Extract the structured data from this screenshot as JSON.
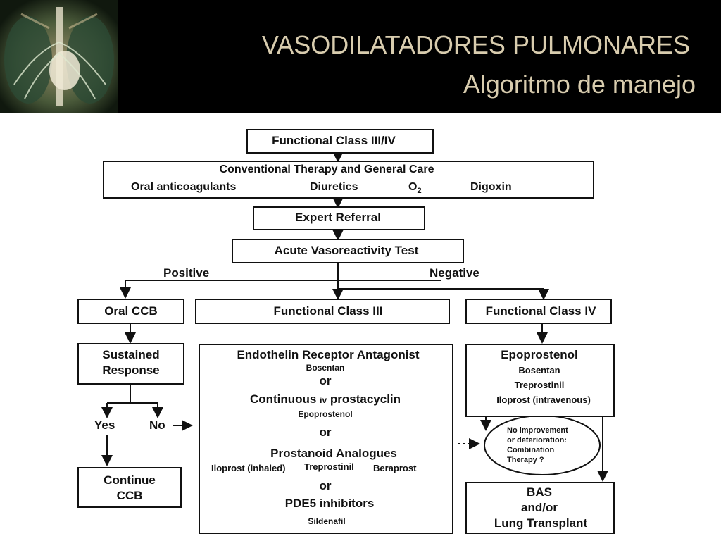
{
  "header": {
    "title": "VASODILATADORES PULMONARES",
    "subtitle": "Algoritmo de manejo",
    "image_icon": "chest-xray-image"
  },
  "flowchart": {
    "functional_class_3_4": "Functional  Class III/IV",
    "conventional": {
      "title": "Conventional Therapy and General Care",
      "items": [
        "Oral anticoagulants",
        "Diuretics",
        "O",
        "Digoxin"
      ],
      "o2_subscript": "2"
    },
    "expert_referral": "Expert Referral",
    "vasoreactivity_test": "Acute Vasoreactivity Test",
    "positive_label": "Positive",
    "negative_label": "Negative",
    "oral_ccb": "Oral CCB",
    "functional_class_3": "Functional Class III",
    "functional_class_4": "Functional  Class IV",
    "sustained_response": [
      "Sustained",
      "Response"
    ],
    "yes_label": "Yes",
    "no_label": "No",
    "continue_ccb": [
      "Continue",
      "CCB"
    ],
    "class3_treatments": {
      "era": "Endothelin Receptor Antagonist",
      "bosentan": "Bosentan",
      "or1": "or",
      "continuous_a": "Continuous",
      "continuous_iv": "iv",
      "continuous_b": "prostacyclin",
      "epoprostenol": "Epoprostenol",
      "or2": "or",
      "prostanoid": "Prostanoid Analogues",
      "iloprost_inhaled": "Iloprost (inhaled)",
      "treprostinil": "Treprostinil",
      "beraprost": "Beraprost",
      "or3": "or",
      "pde5": "PDE5 inhibitors",
      "sildenafil": "Sildenafil"
    },
    "class4_treatments": {
      "epoprostenol": "Epoprostenol",
      "bosentan": "Bosentan",
      "treprostinil": "Treprostinil",
      "iloprost_iv": "Iloprost (intravenous)"
    },
    "no_improvement": [
      "No improvement",
      "or deterioration:",
      "Combination",
      "Therapy ?"
    ],
    "bas_transplant": [
      "BAS",
      "and/or",
      "Lung Transplant"
    ]
  }
}
